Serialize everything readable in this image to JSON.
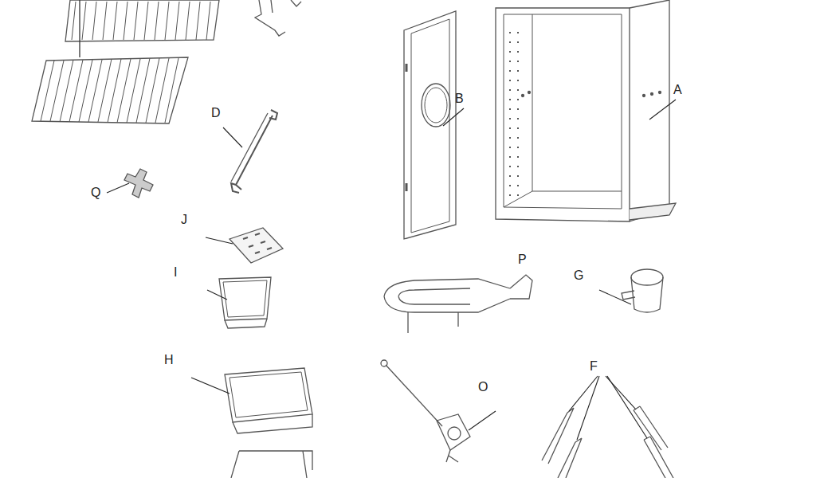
{
  "diagram": {
    "labels": [
      "D",
      "B",
      "A",
      "Q",
      "J",
      "I",
      "P",
      "G",
      "H",
      "O",
      "F"
    ]
  }
}
